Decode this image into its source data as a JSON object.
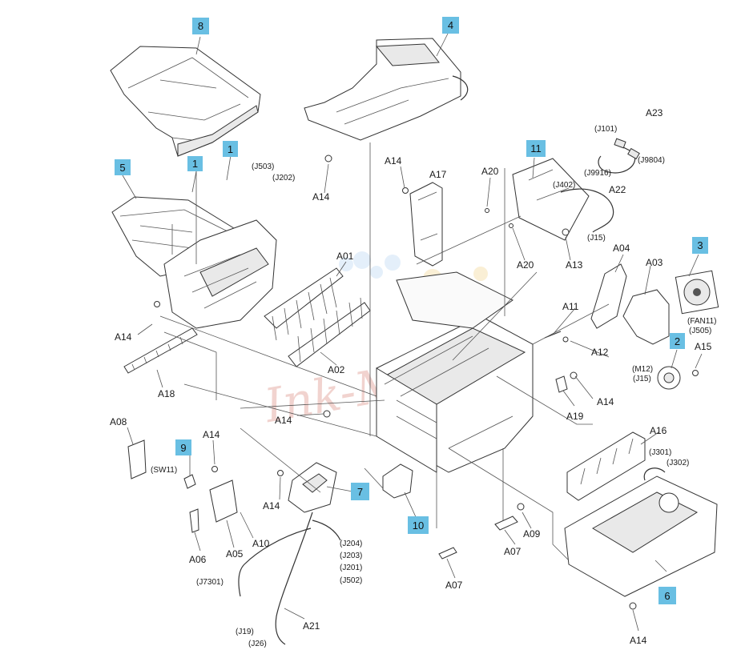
{
  "colors": {
    "callout_box": "#69bfe3",
    "line": "#333333",
    "watermark": "#e7b0a8"
  },
  "watermark": {
    "text": "Ink-Market"
  },
  "callouts": [
    {
      "id": "c8",
      "text": "8"
    },
    {
      "id": "c4",
      "text": "4"
    },
    {
      "id": "c1a",
      "text": "1"
    },
    {
      "id": "c1b",
      "text": "1"
    },
    {
      "id": "c5",
      "text": "5"
    },
    {
      "id": "c11",
      "text": "11"
    },
    {
      "id": "c3",
      "text": "3"
    },
    {
      "id": "c2",
      "text": "2"
    },
    {
      "id": "c9",
      "text": "9"
    },
    {
      "id": "c7",
      "text": "7"
    },
    {
      "id": "c10",
      "text": "10"
    },
    {
      "id": "c6",
      "text": "6"
    }
  ],
  "labels": [
    {
      "id": "a23",
      "text": "A23"
    },
    {
      "id": "j101",
      "text": "(J101)"
    },
    {
      "id": "j9804",
      "text": "(J9804)"
    },
    {
      "id": "j9916",
      "text": "(J9916)"
    },
    {
      "id": "j503",
      "text": "(J503)"
    },
    {
      "id": "j202",
      "text": "(J202)"
    },
    {
      "id": "a14_1",
      "text": "A14"
    },
    {
      "id": "a14_2",
      "text": "A14"
    },
    {
      "id": "a17",
      "text": "A17"
    },
    {
      "id": "a20_1",
      "text": "A20"
    },
    {
      "id": "j402",
      "text": "(J402)"
    },
    {
      "id": "a22",
      "text": "A22"
    },
    {
      "id": "j15a",
      "text": "(J15)"
    },
    {
      "id": "a20_2",
      "text": "A20"
    },
    {
      "id": "a13",
      "text": "A13"
    },
    {
      "id": "a04",
      "text": "A04"
    },
    {
      "id": "a03",
      "text": "A03"
    },
    {
      "id": "a01",
      "text": "A01"
    },
    {
      "id": "a11",
      "text": "A11"
    },
    {
      "id": "fan11",
      "text": "(FAN11)"
    },
    {
      "id": "j505",
      "text": "(J505)"
    },
    {
      "id": "a14_3",
      "text": "A14"
    },
    {
      "id": "a12",
      "text": "A12"
    },
    {
      "id": "a15",
      "text": "A15"
    },
    {
      "id": "m12",
      "text": "(M12)"
    },
    {
      "id": "j15b",
      "text": "(J15)"
    },
    {
      "id": "a02",
      "text": "A02"
    },
    {
      "id": "a18",
      "text": "A18"
    },
    {
      "id": "a14_4",
      "text": "A14"
    },
    {
      "id": "a19",
      "text": "A19"
    },
    {
      "id": "a14_5",
      "text": "A14"
    },
    {
      "id": "a16",
      "text": "A16"
    },
    {
      "id": "a08",
      "text": "A08"
    },
    {
      "id": "a14_6",
      "text": "A14"
    },
    {
      "id": "sw11",
      "text": "(SW11)"
    },
    {
      "id": "j301",
      "text": "(J301)"
    },
    {
      "id": "j302",
      "text": "(J302)"
    },
    {
      "id": "a14_7",
      "text": "A14"
    },
    {
      "id": "a10",
      "text": "A10"
    },
    {
      "id": "a09",
      "text": "A09"
    },
    {
      "id": "a06",
      "text": "A06"
    },
    {
      "id": "a05",
      "text": "A05"
    },
    {
      "id": "j204",
      "text": "(J204)"
    },
    {
      "id": "j203",
      "text": "(J203)"
    },
    {
      "id": "j201",
      "text": "(J201)"
    },
    {
      "id": "j502",
      "text": "(J502)"
    },
    {
      "id": "a07_1",
      "text": "A07"
    },
    {
      "id": "j7301",
      "text": "(J7301)"
    },
    {
      "id": "a07_2",
      "text": "A07"
    },
    {
      "id": "j19",
      "text": "(J19)"
    },
    {
      "id": "a21",
      "text": "A21"
    },
    {
      "id": "j26",
      "text": "(J26)"
    },
    {
      "id": "a14_8",
      "text": "A14"
    }
  ]
}
